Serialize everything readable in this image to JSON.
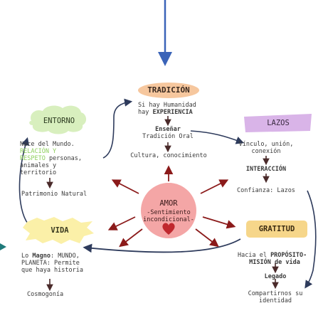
{
  "colors": {
    "tradicion_fill": "#f6c79e",
    "entorno_fill": "#d8efbe",
    "lazos_fill": "#d9b4e8",
    "vida_fill": "#fbf0a8",
    "gratitud_fill": "#f6d68a",
    "amor_fill": "#f4a6a6",
    "heart": "#c0282e",
    "arrow_blue": "#3a63b8",
    "arrow_dark": "#3a2a2a",
    "arrow_red": "#8b1a1a",
    "highlight": "#8fcf5f"
  },
  "nodes": {
    "tradicion": {
      "title": "TRADICIÓN",
      "line1": "Si hay Humanidad",
      "line2_a": "hay ",
      "line2_b": "EXPERIENCIA",
      "step1_a": "Enseñar",
      "step1_b": "Tradición Oral",
      "step2": "Cultura, conocimiento"
    },
    "entorno": {
      "title": "ENTORNO",
      "line1": "Nace del Mundo.",
      "line2_hl": "RELACIÓN Y",
      "line3_hl": "RESPETO",
      "line3_rest": " personas,",
      "line4": "animales y",
      "line5": "territorio",
      "result": "Patrimonio Natural"
    },
    "lazos": {
      "title": "LAZOS",
      "line1": "Vínculo, unión,",
      "line2": "conexión",
      "step1": "INTERACCIÓN",
      "step2": "Confianza: Lazos"
    },
    "amor": {
      "title": "AMOR",
      "line1": "-Sentimiento",
      "line2": "incondicional-"
    },
    "vida": {
      "title": "VIDA",
      "line1_a": "Lo ",
      "line1_b": "Magno",
      "line1_c": ": MUNDO,",
      "line2": "PLANETA: Permite",
      "line3": "que haya historia",
      "result": "Cosmogonía"
    },
    "gratitud": {
      "title": "GRATITUD",
      "line1_a": "Hacia el ",
      "line1_b": "PROPÓSITO-",
      "line2": "MISIÓN de vida",
      "step1": "Legado",
      "step2": "Compartirnos su",
      "step3": "identidad"
    }
  }
}
